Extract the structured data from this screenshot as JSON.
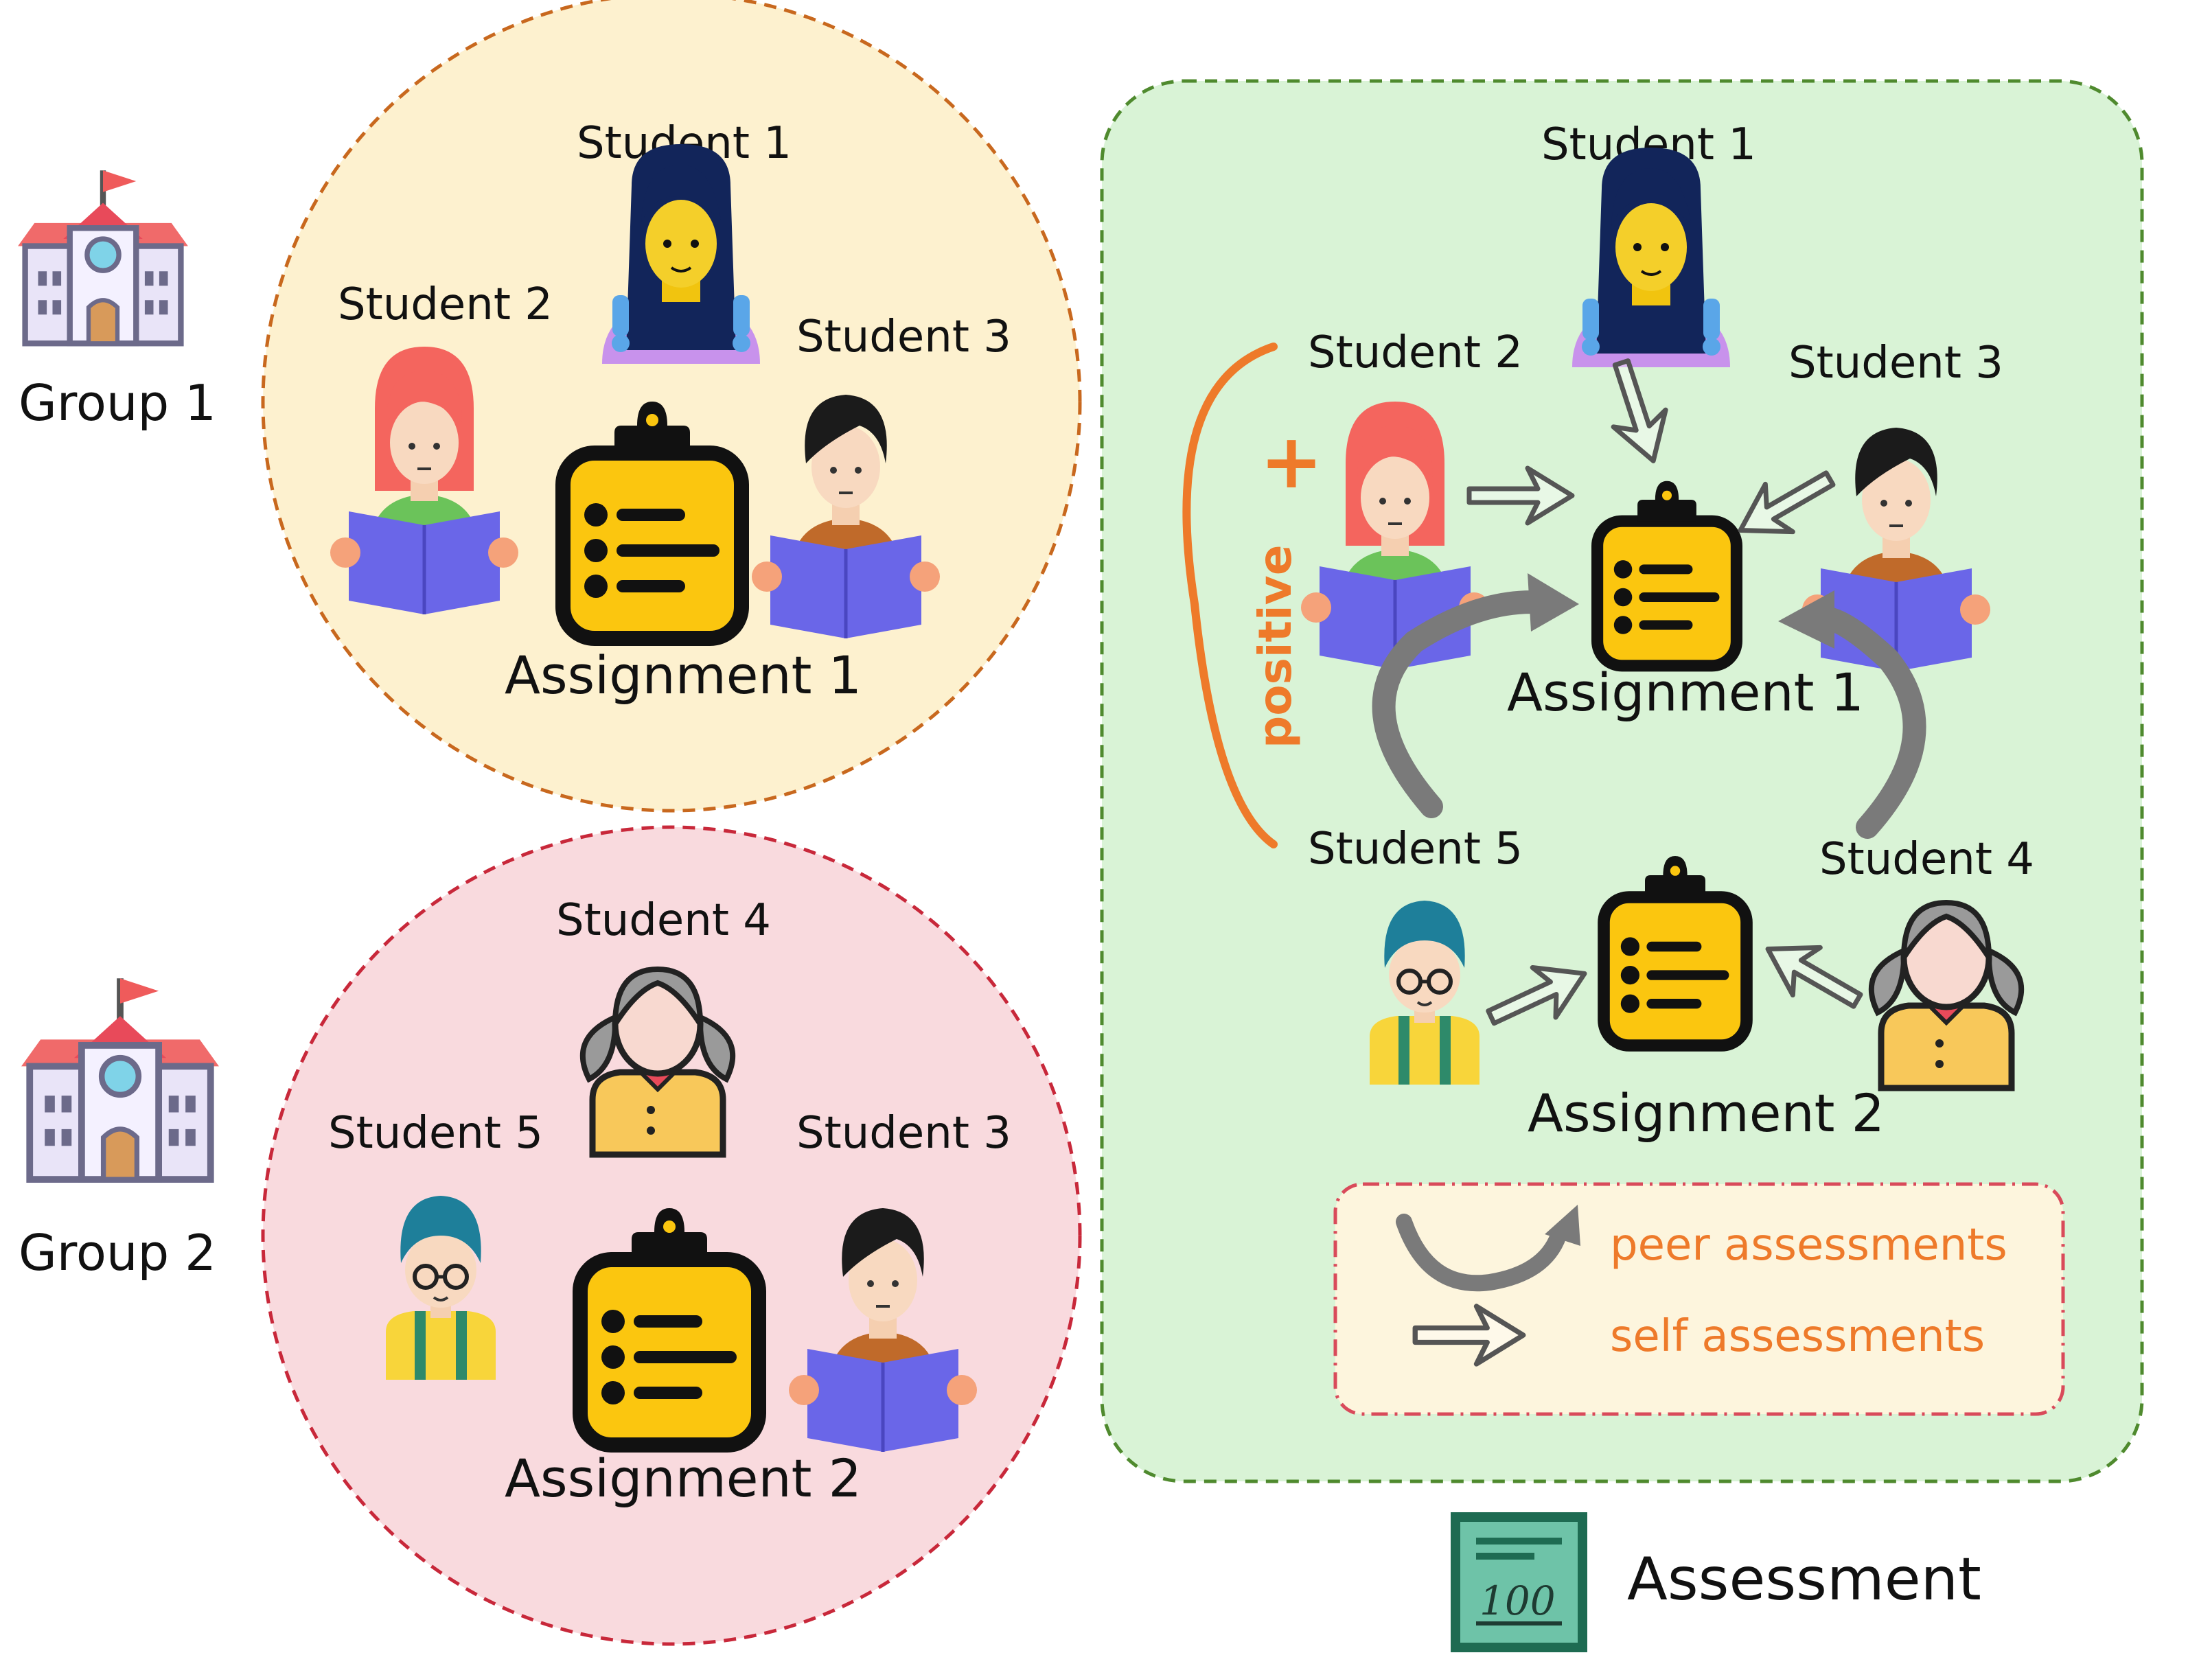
{
  "groups": [
    {
      "label": "Group 1",
      "assignment": "Assignment 1",
      "students": [
        "Student 1",
        "Student 2",
        "Student 3"
      ]
    },
    {
      "label": "Group 2",
      "assignment": "Assignment 2",
      "students": [
        "Student 4",
        "Student 5",
        "Student 3"
      ]
    }
  ],
  "right_panel": {
    "assignment1": "Assignment 1",
    "assignment2": "Assignment 2",
    "students": {
      "s1": "Student 1",
      "s2": "Student 2",
      "s3": "Student 3",
      "s4": "Student 4",
      "s5": "Student 5"
    },
    "positive_label": "positive",
    "plus_symbol": "+",
    "legend": {
      "peer": "peer assessments",
      "self": "self assessments"
    }
  },
  "bottom_label": "Assessment",
  "assessment_badge_text": "100",
  "colors": {
    "group1_fill": "#fdf1cf",
    "group1_border": "#c8681e",
    "group2_fill": "#f9dade",
    "group2_border": "#c8283a",
    "panel_fill": "#d9f3d6",
    "panel_border": "#4f8a2e",
    "legend_fill": "#fdf5dd",
    "legend_border": "#d94a5a",
    "accent_orange": "#ee7a2a",
    "clipboard_yellow": "#fbc60f"
  },
  "icons": [
    "school-icon",
    "student-icon",
    "clipboard-icon",
    "peer-arrow-icon",
    "self-arrow-icon",
    "assessment-icon"
  ]
}
